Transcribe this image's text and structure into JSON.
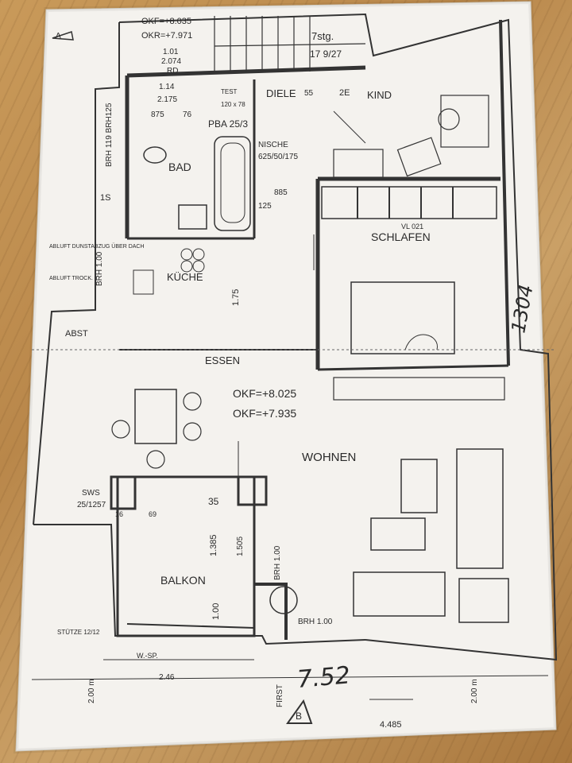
{
  "plan": {
    "level_top": "OKF=+8.035",
    "level_top2": "OKR=+7.971",
    "stairs": "7stg.",
    "stairs_frac": "17 9/27",
    "diele": "DIELE",
    "kind": "KIND",
    "bad": "BAD",
    "schlafen": "SCHLAFEN",
    "kuche": "KÜCHE",
    "essen": "ESSEN",
    "wohnen": "WOHNEN",
    "balkon": "BALKON",
    "okf1": "OKF=+8.025",
    "okf2": "OKF=+7.935",
    "nische": "NISCHE",
    "nische_dim": "625/50/175",
    "pba": "PBA 25/3",
    "brh119": "BRH 119 BRH125",
    "brh100a": "BRH 1.00",
    "brh100b": "BRH 1.00",
    "brh100c": "BRH 1.00",
    "sws": "SWS",
    "sws_dim": "25/1257",
    "stutze": "STÜTZE 12/12",
    "wsp": "W.-SP.",
    "dim246": "2.46",
    "dim200a": "2.00 m",
    "dim200b": "2.00 m",
    "dim448": "4.485",
    "first": "FIRST",
    "hand752": "7.52",
    "hand1304": "1304",
    "abst": "ABST",
    "dim175": "1.75",
    "dim138": "1.385",
    "dim150": "1.505",
    "dim100": "1.00",
    "ts": "1S",
    "ze": "2E",
    "section_a": "A",
    "section_b": "B",
    "rd_label": "RD",
    "d101": "1.01",
    "d2074": "2.074",
    "d114": "1.14",
    "d2175": "2.175",
    "d875": "875",
    "d76": "76",
    "d885": "885",
    "d55": "55",
    "d125": "125",
    "d16": "16",
    "d69": "69",
    "d35": "35",
    "abluft1": "ABLUFT DUNSTABZUG ÜBER DACH",
    "abluft2": "ABLUFT TROCK.",
    "test": "TEST",
    "test_dim": "120 x 78",
    "vl": "VL 021"
  }
}
